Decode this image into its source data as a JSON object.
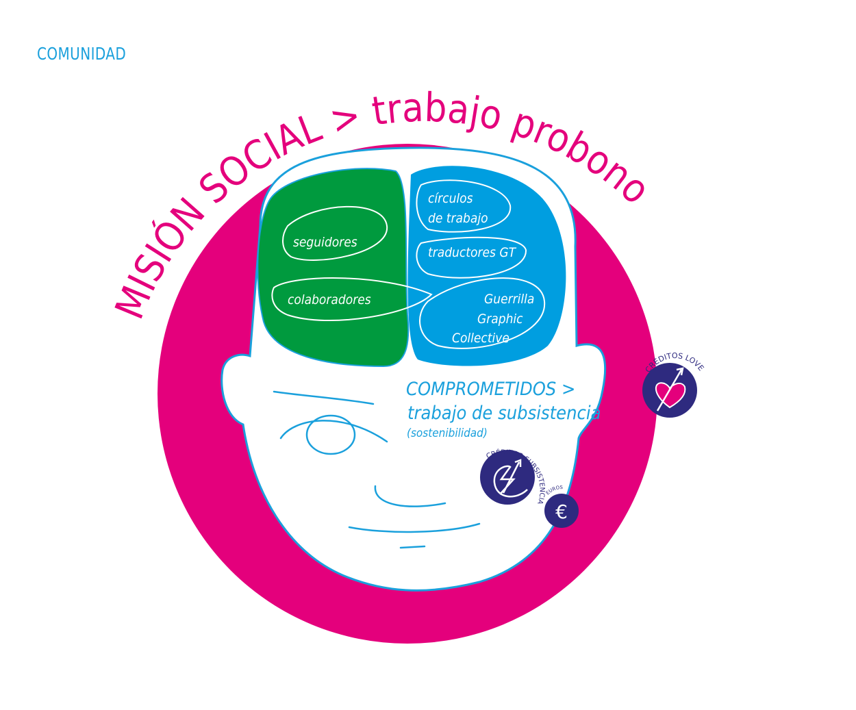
{
  "title_corner": "COMUNIDAD",
  "arc_title": "MISIÓN SOCIAL > trabajo probono",
  "green_lobe": [
    "seguidores",
    "colaboradores"
  ],
  "blue_lobe": {
    "circulos": [
      "círculos",
      "de trabajo"
    ],
    "traductores": "traductores GT",
    "guerrilla": [
      "Guerrilla",
      "Graphic",
      "Collective"
    ]
  },
  "comprometidos": {
    "line1": "COMPROMETIDOS >",
    "line2": "trabajo de subsistencia",
    "line3": "(sostenibilidad)"
  },
  "badges": {
    "love": "CRÉDITOS LOVE",
    "subsistencia": "CRÉDITOS SUBSISTENCIA",
    "euros_label": "EUROS",
    "euros_symbol": "€"
  },
  "colors": {
    "magenta": "#e4007c",
    "green": "#009a3e",
    "blue": "#009ee0",
    "navy": "#2e2a7f"
  }
}
